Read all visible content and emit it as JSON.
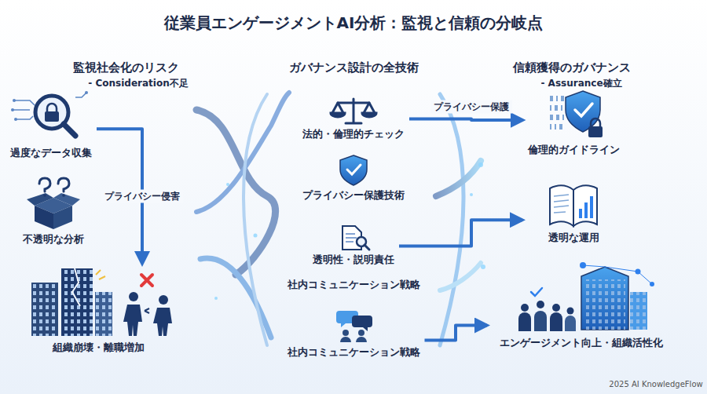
{
  "diagram": {
    "title": "従業員エンゲージメントAI分析：監視と信頼の分岐点",
    "nodes": [
      {
        "text": [
          "過度なデータ収集"
        ]
      },
      {
        "text": [
          "不透明な分析"
        ]
      },
      {
        "text": [
          "組織崩壊・離職増加"
        ]
      },
      {
        "text": [
          "法的・倫理的チェック"
        ]
      },
      {
        "text": [
          "プライバシー保護技術"
        ]
      },
      {
        "text": [
          "透明性・説明責任"
        ]
      },
      {
        "text": [
          "社内コミュニケーション戦略"
        ]
      },
      {
        "text": [
          "倫理的ガイドライン"
        ]
      },
      {
        "text": [
          "透明な運用"
        ]
      },
      {
        "text": [
          "エンゲージメント向上・組織活性化"
        ]
      }
    ],
    "edges": [
      {
        "from": 0,
        "to": 2,
        "arrow": "to",
        "label": "プライバシー侵害"
      },
      {
        "from": 3,
        "to": 7,
        "arrow": "to",
        "label": "プライバシー保護"
      },
      {
        "from": 5,
        "to": 8,
        "arrow": "to"
      },
      {
        "from": 6,
        "to": 9,
        "arrow": "to"
      }
    ],
    "labels": [
      "監視社会化のリスク",
      "- Consideration不足",
      "ガバナンス設計の全技術",
      "信頼獲得のガバナンス",
      "- Assurance確立",
      "社内コミュニケーション戦略",
      "2025 AI KnowledgeFlow"
    ]
  }
}
